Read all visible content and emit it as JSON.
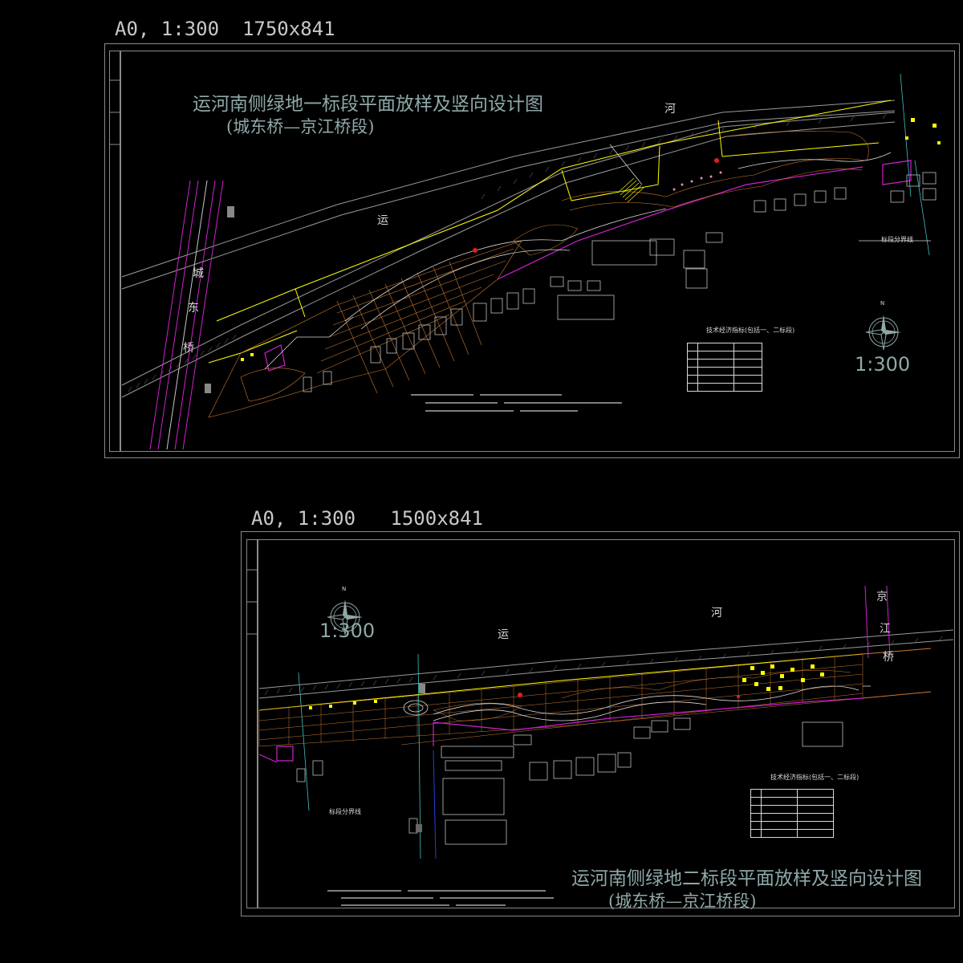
{
  "sheet1": {
    "header": "A0, 1:300  1750x841",
    "title": "运河南侧绿地一标段平面放样及竖向设计图",
    "subtitle": "(城东桥—京江桥段)",
    "scale": "1:300",
    "labels": {
      "he": "河",
      "yun": "运",
      "cheng": "城",
      "dong": "东",
      "qiao": "桥",
      "boundary": "标段分界线"
    },
    "compass_n": "N",
    "table_title": "技术经济指标(包括一、二标段)"
  },
  "sheet2": {
    "header": "A0, 1:300   1500x841",
    "title": "运河南侧绿地二标段平面放样及竖向设计图",
    "subtitle": "(城东桥—京江桥段)",
    "scale": "1:300",
    "labels": {
      "he": "河",
      "yun": "运",
      "jing": "京",
      "jiang": "江",
      "qiao": "桥",
      "boundary": "标段分界线"
    },
    "compass_n": "N",
    "table_title": "技术经济指标(包括一、二标段)"
  },
  "colors": {
    "background": "#000000",
    "frame": "#8a8a8a",
    "title": "#8fa8a8",
    "boundary_line": "#ffff00",
    "magenta": "#d020d0",
    "orange": "#c87830",
    "red": "#e02020",
    "cyan": "#40c0c0",
    "white": "#d8d8d8",
    "blue": "#2040e0"
  }
}
